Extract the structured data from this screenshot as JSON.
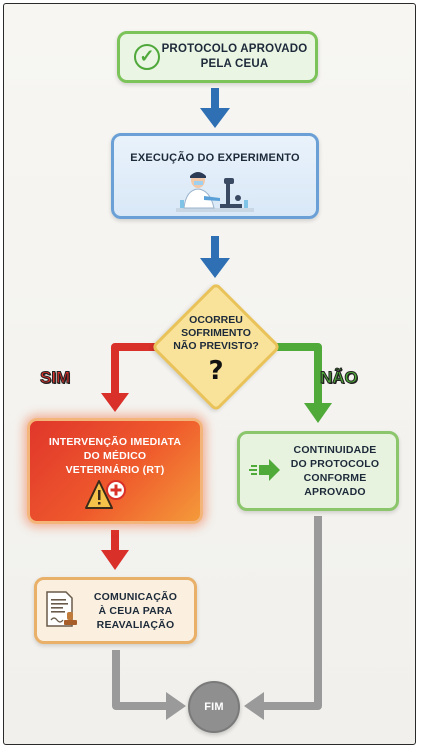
{
  "nodes": {
    "start": "PROTOCOLO APROVADO\nPELA CEUA",
    "execution": "EXECUÇÃO DO EXPERIMENTO",
    "decision": "OCORREU\nSOFRIMENTO\nNÃO PREVISTO?",
    "decision_mark": "?",
    "intervention": "INTERVENÇÃO IMEDIATA\nDO MÉDICO\nVETERINÁRIO (RT)",
    "continuity": "CONTINUIDADE\nDO PROTOCOLO\nCONFORME\nAPROVADO",
    "communication": "COMUNICAÇÃO\nÀ CEUA PARA\nREAVALIAÇÃO",
    "end": "FIM"
  },
  "edge_labels": {
    "yes": "SIM",
    "no": "NÃO"
  },
  "icons": {
    "start": "check-circle-icon",
    "execution": "scientist-microscope-icon",
    "intervention": "warning-medical-icon",
    "continuity": "arrow-right-icon",
    "communication": "document-stamp-icon"
  },
  "colors": {
    "arrow_blue": "#2f6fb3",
    "arrow_red": "#d9302a",
    "arrow_green": "#4faa3a",
    "arrow_gray": "#9a9a9a"
  }
}
